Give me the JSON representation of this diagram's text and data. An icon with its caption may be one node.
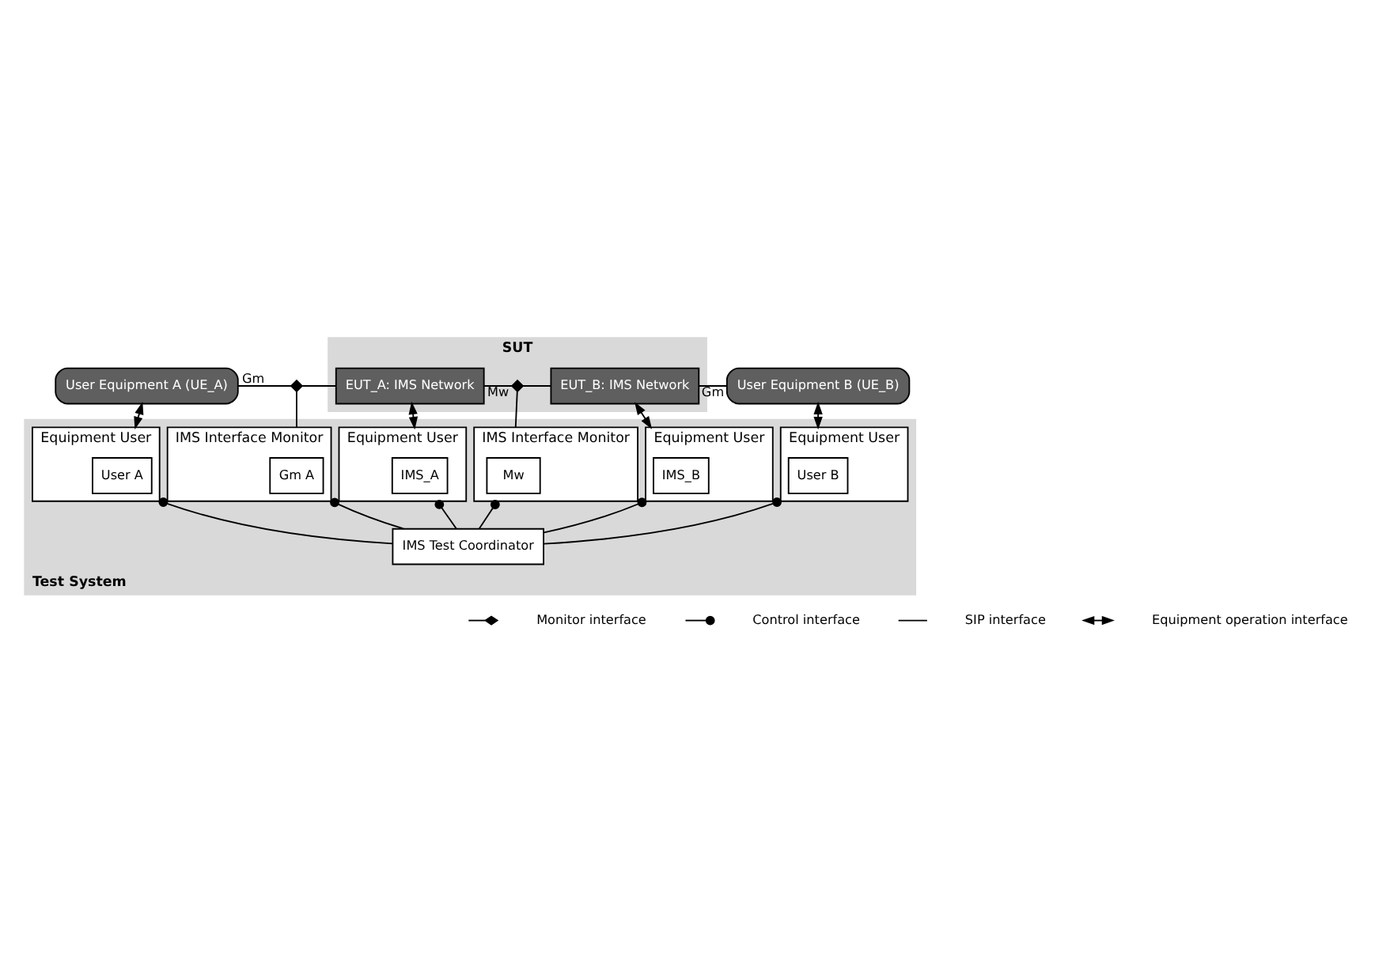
{
  "diagram": {
    "nodes": [
      {
        "text": [
          "User Equipment A (UE_A)"
        ]
      },
      {
        "text": [
          "SUT"
        ]
      },
      {
        "text": [
          "EUT_A: IMS Network"
        ],
        "in": 1
      },
      {
        "text": [
          "EUT_B: IMS Network"
        ],
        "in": 1
      },
      {
        "text": [
          "User Equipment B (UE_B)"
        ]
      },
      {
        "text": [],
        "shape": "diamond"
      },
      {
        "text": [],
        "shape": "diamond",
        "in": 1
      },
      {
        "text": [
          "Test System"
        ]
      },
      {
        "text": [
          "IMS Interface Monitor"
        ],
        "in": 7
      },
      {
        "text": [
          "Gm A"
        ],
        "in": 8
      },
      {
        "text": [
          "IMS Interface Monitor"
        ],
        "in": 7
      },
      {
        "text": [
          "Mw"
        ],
        "in": 10
      },
      {
        "text": [
          "Equipment User"
        ],
        "in": 7
      },
      {
        "text": [
          "User A"
        ],
        "in": 12
      },
      {
        "text": [
          "Equipment User"
        ],
        "in": 7
      },
      {
        "text": [
          "User B"
        ],
        "in": 14
      },
      {
        "text": [
          "Equipment User"
        ],
        "in": 7
      },
      {
        "text": [
          "IMS_A"
        ],
        "in": 16
      },
      {
        "text": [
          "IMS Test Coordinator"
        ],
        "in": 7
      },
      {
        "text": [
          "Equipment User"
        ],
        "in": 7
      },
      {
        "text": [
          "IMS_B"
        ],
        "in": 19
      }
    ],
    "edges": [
      {
        "from": 0,
        "to": 5,
        "arrow": "none",
        "label": "Gm"
      },
      {
        "from": 5,
        "to": 2,
        "arrow": "none"
      },
      {
        "from": 2,
        "to": 6,
        "arrow": "none",
        "label": "Mw"
      },
      {
        "from": 6,
        "to": 3,
        "arrow": "none"
      },
      {
        "from": 3,
        "to": 4,
        "arrow": "none",
        "label": "Gm"
      },
      {
        "from": 5,
        "to": 8,
        "arrow": "none"
      },
      {
        "from": 6,
        "to": 10,
        "arrow": "none"
      },
      {
        "from": 0,
        "to": 12,
        "arrow": "both"
      },
      {
        "from": 2,
        "to": 16,
        "arrow": "both"
      },
      {
        "from": 3,
        "to": 19,
        "arrow": "both"
      },
      {
        "from": 4,
        "to": 14,
        "arrow": "both"
      },
      {
        "from": 18,
        "to": 8,
        "arrow": "other"
      },
      {
        "from": 18,
        "to": 10,
        "arrow": "other"
      },
      {
        "from": 18,
        "to": 12,
        "arrow": "other"
      },
      {
        "from": 18,
        "to": 14,
        "arrow": "other"
      },
      {
        "from": 18,
        "to": 16,
        "arrow": "other"
      },
      {
        "from": 18,
        "to": 19,
        "arrow": "other"
      }
    ],
    "legend": [
      {
        "text": "Monitor interface"
      },
      {
        "text": "Control interface"
      },
      {
        "text": "SIP interface"
      },
      {
        "text": "Equipment operation interface"
      }
    ]
  }
}
